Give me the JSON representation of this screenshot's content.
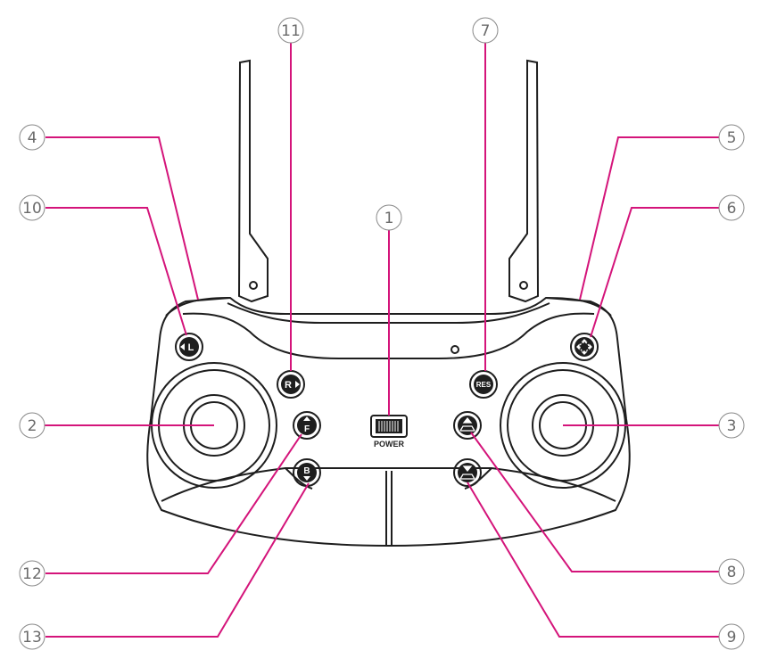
{
  "colors": {
    "outline": "#1e1e1e",
    "callout": "#d4147a",
    "number": "#6a6a6a",
    "button_fill": "#1e1e1e"
  },
  "power_switch": {
    "label": "POWER"
  },
  "buttons": {
    "turn_left": "L",
    "turn_right": "R",
    "reset": "RES",
    "forward": "F",
    "backward": "B"
  },
  "icons": {
    "turn_left": "arrow-left-icon",
    "turn_right": "arrow-right-icon",
    "headless": "crosshair-icon",
    "takeoff": "takeoff-icon",
    "landing": "landing-icon"
  },
  "callouts": [
    {
      "number": "1",
      "target": "power-switch"
    },
    {
      "number": "2",
      "target": "left-joystick"
    },
    {
      "number": "3",
      "target": "right-joystick"
    },
    {
      "number": "4",
      "target": "left-shoulder"
    },
    {
      "number": "5",
      "target": "right-shoulder"
    },
    {
      "number": "6",
      "target": "headless-button"
    },
    {
      "number": "7",
      "target": "reset-button"
    },
    {
      "number": "8",
      "target": "takeoff-button"
    },
    {
      "number": "9",
      "target": "landing-button"
    },
    {
      "number": "10",
      "target": "turn-left-button"
    },
    {
      "number": "11",
      "target": "turn-right-button"
    },
    {
      "number": "12",
      "target": "forward-button"
    },
    {
      "number": "13",
      "target": "backward-button"
    }
  ]
}
